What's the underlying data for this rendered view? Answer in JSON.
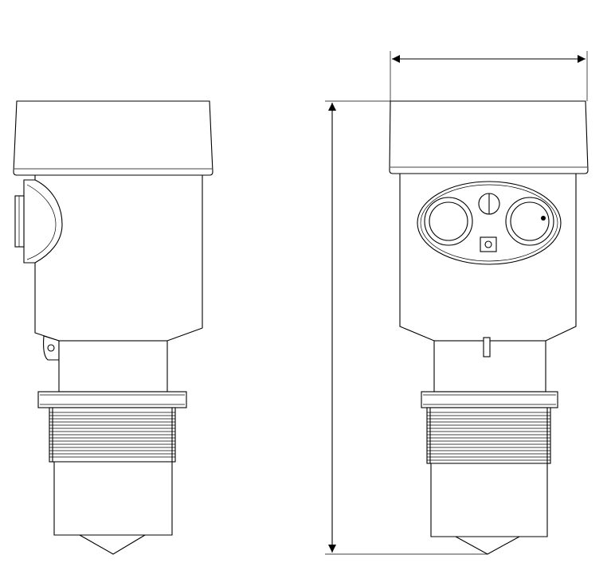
{
  "drawing": {
    "views": [
      "side-view",
      "front-view"
    ],
    "dimension_lines": [
      "width-dimension",
      "height-dimension"
    ],
    "dimension_labels": []
  }
}
